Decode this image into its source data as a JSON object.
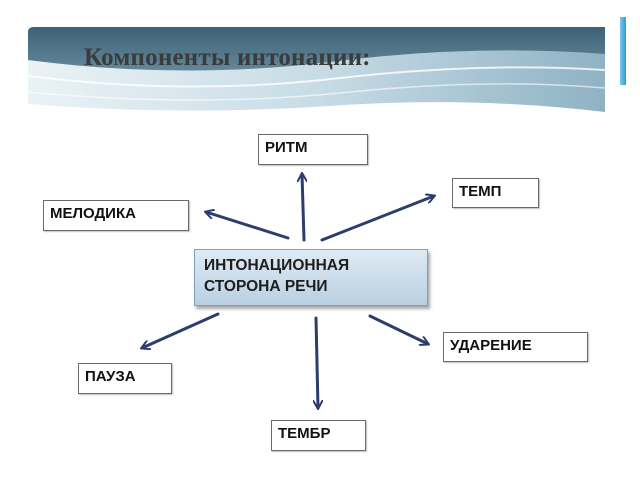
{
  "slide": {
    "title": "Компоненты интонации:"
  },
  "diagram": {
    "center": {
      "line1": "ИНТОНАЦИОННАЯ",
      "line2": "СТОРОНА РЕЧИ"
    },
    "nodes": {
      "rhythm": "РИТМ",
      "tempo": "ТЕМП",
      "melody": "МЕЛОДИКА",
      "stress": "УДАРЕНИЕ",
      "pause": "ПАУЗА",
      "timbre": "ТЕМБР"
    },
    "colors": {
      "arrow": "#2c3e6b",
      "banner_top": "#3f6680",
      "banner_light": "#d7e7ef",
      "center_fill": "#c9dcea"
    }
  }
}
